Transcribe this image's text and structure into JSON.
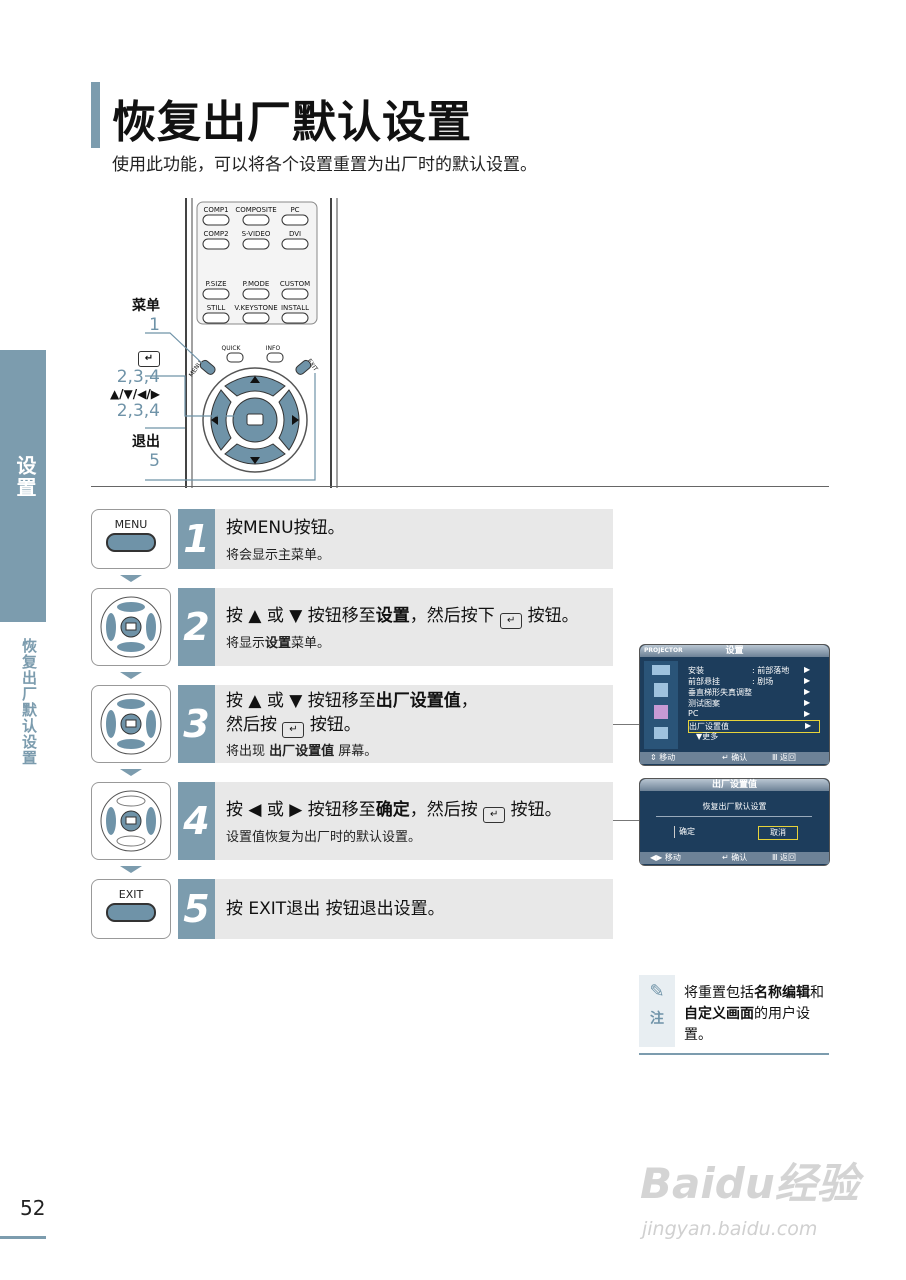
{
  "title": "恢复出厂默认设置",
  "subtitle": "使用此功能，可以将各个设置重置为出厂时的默认设置。",
  "side_tab": "设置",
  "side_subtitle": "恢复出厂默认设置",
  "page_number": "52",
  "remote": {
    "labels": [
      {
        "name": "菜单",
        "num": "1"
      },
      {
        "name": "↵",
        "num": "2,3,4"
      },
      {
        "name": "▲/▼/◀/▶",
        "num": "2,3,4"
      },
      {
        "name": "退出",
        "num": "5"
      }
    ],
    "buttons": {
      "comp1": "COMP1",
      "composite": "COMPOSITE",
      "pc": "PC",
      "comp2": "COMP2",
      "svideo": "S-VIDEO",
      "dvi": "DVI",
      "psize": "P.SIZE",
      "pmode": "P.MODE",
      "custom": "CUSTOM",
      "still": "STILL",
      "vkeystone": "V.KEYSTONE",
      "install": "INSTALL",
      "menu": "MENU",
      "quick": "QUICK",
      "info": "INFO",
      "exit": "EXIT"
    }
  },
  "steps": [
    {
      "num": "1",
      "icon_label": "MENU",
      "main_pre": "按MENU按钮。",
      "main_bold": "",
      "main_post": "",
      "sub_pre": "将会显示主菜单。",
      "sub_bold": "",
      "sub_post": ""
    },
    {
      "num": "2",
      "main_pre": "按 ▲ 或 ▼ 按钮移至",
      "main_bold": "设置",
      "main_post": "，然后按下",
      "main_end": "按钮。",
      "sub_pre": "将显示",
      "sub_bold": "设置",
      "sub_post": "菜单。"
    },
    {
      "num": "3",
      "main_pre": "按 ▲ 或 ▼ 按钮移至",
      "main_bold": "出厂设置值",
      "main_post": "，",
      "line2_pre": "然后按",
      "line2_post": "按钮。",
      "sub_pre": "将出现 ",
      "sub_bold": "出厂设置值",
      "sub_post": " 屏幕。"
    },
    {
      "num": "4",
      "main_pre": "按 ◀ 或 ▶ 按钮移至",
      "main_bold": "确定",
      "main_post": "，然后按",
      "main_end": "按钮。",
      "sub_pre": "设置值恢复为出厂时的默认设置。",
      "sub_bold": "",
      "sub_post": ""
    },
    {
      "num": "5",
      "icon_label": "EXIT",
      "main_pre": "按 EXIT退出 按钮退出设置。",
      "main_bold": "",
      "main_post": ""
    }
  ],
  "screen1": {
    "brand": "PROJECTOR",
    "header": "设置",
    "items": [
      {
        "label": "安装",
        "value": ": 前部落地",
        "arrow": "▶"
      },
      {
        "label": "前部悬挂",
        "value": ": 剧场",
        "arrow": "▶"
      },
      {
        "label": "垂直梯形失真调整",
        "value": "",
        "arrow": "▶"
      },
      {
        "label": "测试图案",
        "value": "",
        "arrow": "▶"
      },
      {
        "label": "PC",
        "value": "",
        "arrow": "▶"
      },
      {
        "label": "出厂设置值",
        "value": "",
        "arrow": "▶"
      },
      {
        "label": "▼更多",
        "value": "",
        "arrow": ""
      }
    ],
    "footer": [
      "⇕ 移动",
      "↵ 确认",
      "Ⅲ 返回"
    ]
  },
  "screen2": {
    "header": "出厂设置值",
    "message": "恢复出厂默认设置",
    "ok": "确定",
    "cancel": "取消",
    "footer": [
      "◀▶ 移动",
      "↵ 确认",
      "Ⅲ 返回"
    ]
  },
  "note": {
    "label": "注",
    "text_pre": "将重置包括",
    "bold1": "名称编辑",
    "text_mid": "和",
    "bold2": "自定义画面",
    "text_post": "的用户设置。"
  },
  "watermark": "Baidu经验",
  "watermark_url": "jingyan.baidu.com",
  "colors": {
    "accent": "#7c9cae",
    "step_bg": "#e8e8e8",
    "screen_bg": "#1d3d5c"
  }
}
